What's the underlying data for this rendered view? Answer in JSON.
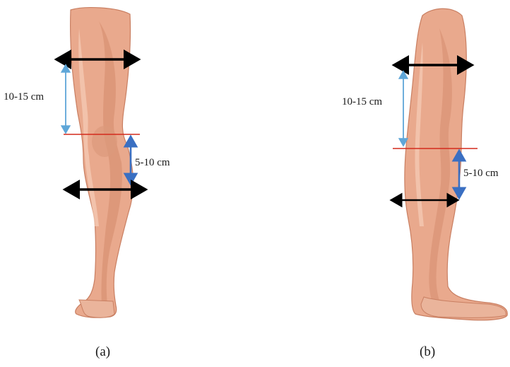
{
  "panels": [
    {
      "upper_distance": "10-15 cm",
      "lower_distance": "5-10 cm",
      "caption": "(a)"
    },
    {
      "upper_distance": "10-15 cm",
      "lower_distance": "5-10 cm",
      "caption": "(b)"
    }
  ],
  "colors": {
    "skin": "#e9a98d",
    "skin_shadow": "#c9765a",
    "skin_highlight": "#f5cdb8",
    "knee_line": "#d42a1c",
    "light_blue_arrow": "#5ea6d8",
    "dark_blue_arrow": "#3a6fc2",
    "black_arrow": "#000000"
  }
}
